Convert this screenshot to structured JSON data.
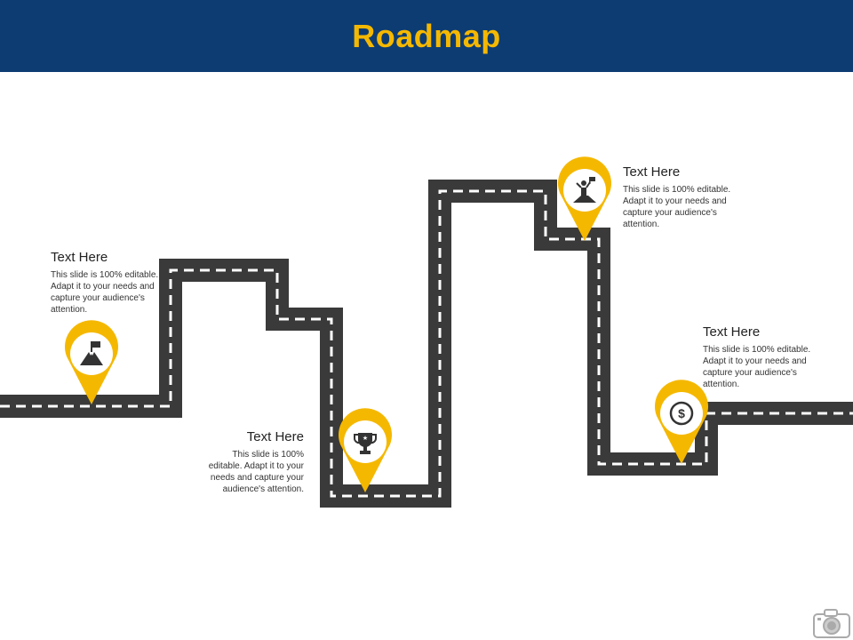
{
  "title": "Roadmap",
  "colors": {
    "header_bg": "#0d3c73",
    "title": "#f5b800",
    "road": "#3a3a3a",
    "marker": "#f5b800",
    "icon": "#333333"
  },
  "milestones": [
    {
      "heading": "Text Here",
      "body": "This slide is 100% editable. Adapt it to your needs and capture your audience's attention.",
      "icon": "mountain-flag-icon"
    },
    {
      "heading": "Text Here",
      "body": "This slide is 100% editable. Adapt it to your needs and capture your audience's attention.",
      "icon": "trophy-icon"
    },
    {
      "heading": "Text Here",
      "body": "This slide is 100% editable. Adapt it to your needs and capture your audience's attention.",
      "icon": "person-flag-icon"
    },
    {
      "heading": "Text Here",
      "body": "This slide is 100% editable. Adapt it to your needs and capture your audience's attention.",
      "icon": "dollar-coin-icon"
    }
  ],
  "footer_icon": "camera-icon"
}
